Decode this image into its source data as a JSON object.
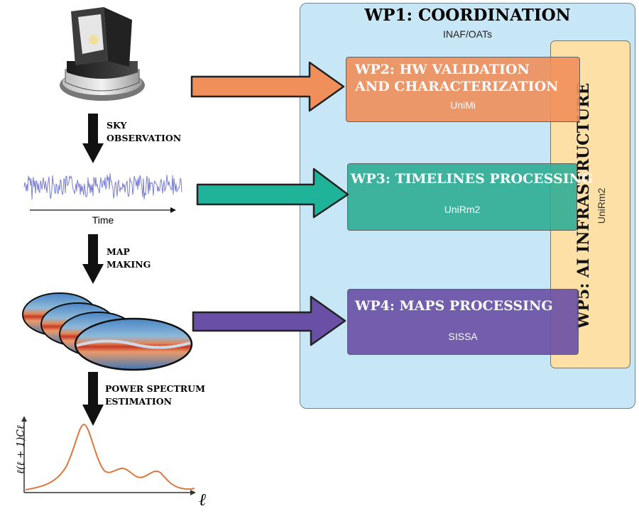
{
  "wp1": {
    "title": "WP1: COORDINATION",
    "org": "INAF/OATs"
  },
  "wp2": {
    "title_line1": "WP2: HW VALIDATION",
    "title_line2": "AND CHARACTERIZATION",
    "org": "UniMi"
  },
  "wp3": {
    "title": "WP3: TIMELINES PROCESSING",
    "org": "UniRm2"
  },
  "wp4": {
    "title": "WP4: MAPS PROCESSING",
    "org": "SISSA"
  },
  "wp5": {
    "title": "WP5: AI INFRASTRUCTURE",
    "org": "UniRm2"
  },
  "steps": {
    "sky": {
      "line1": "SKY",
      "line2": "OBSERVATION"
    },
    "map": {
      "line1": "MAP",
      "line2": "MAKING"
    },
    "power": {
      "line1": "POWER SPECTRUM",
      "line2": "ESTIMATION"
    }
  },
  "timeline": {
    "axis_label": "Time"
  },
  "spectrum": {
    "x_label": "ℓ",
    "y_label": "ℓ(ℓ + 1)Cℓ"
  },
  "colors": {
    "wp2": "#f18f5b",
    "wp3": "#2fae95",
    "wp4": "#6a4fa6",
    "wp1_bg": "#c8e7f6",
    "wp5_bg": "#fce0a6",
    "signal": "#7b7fcf",
    "spectrum": "#d9783f"
  }
}
